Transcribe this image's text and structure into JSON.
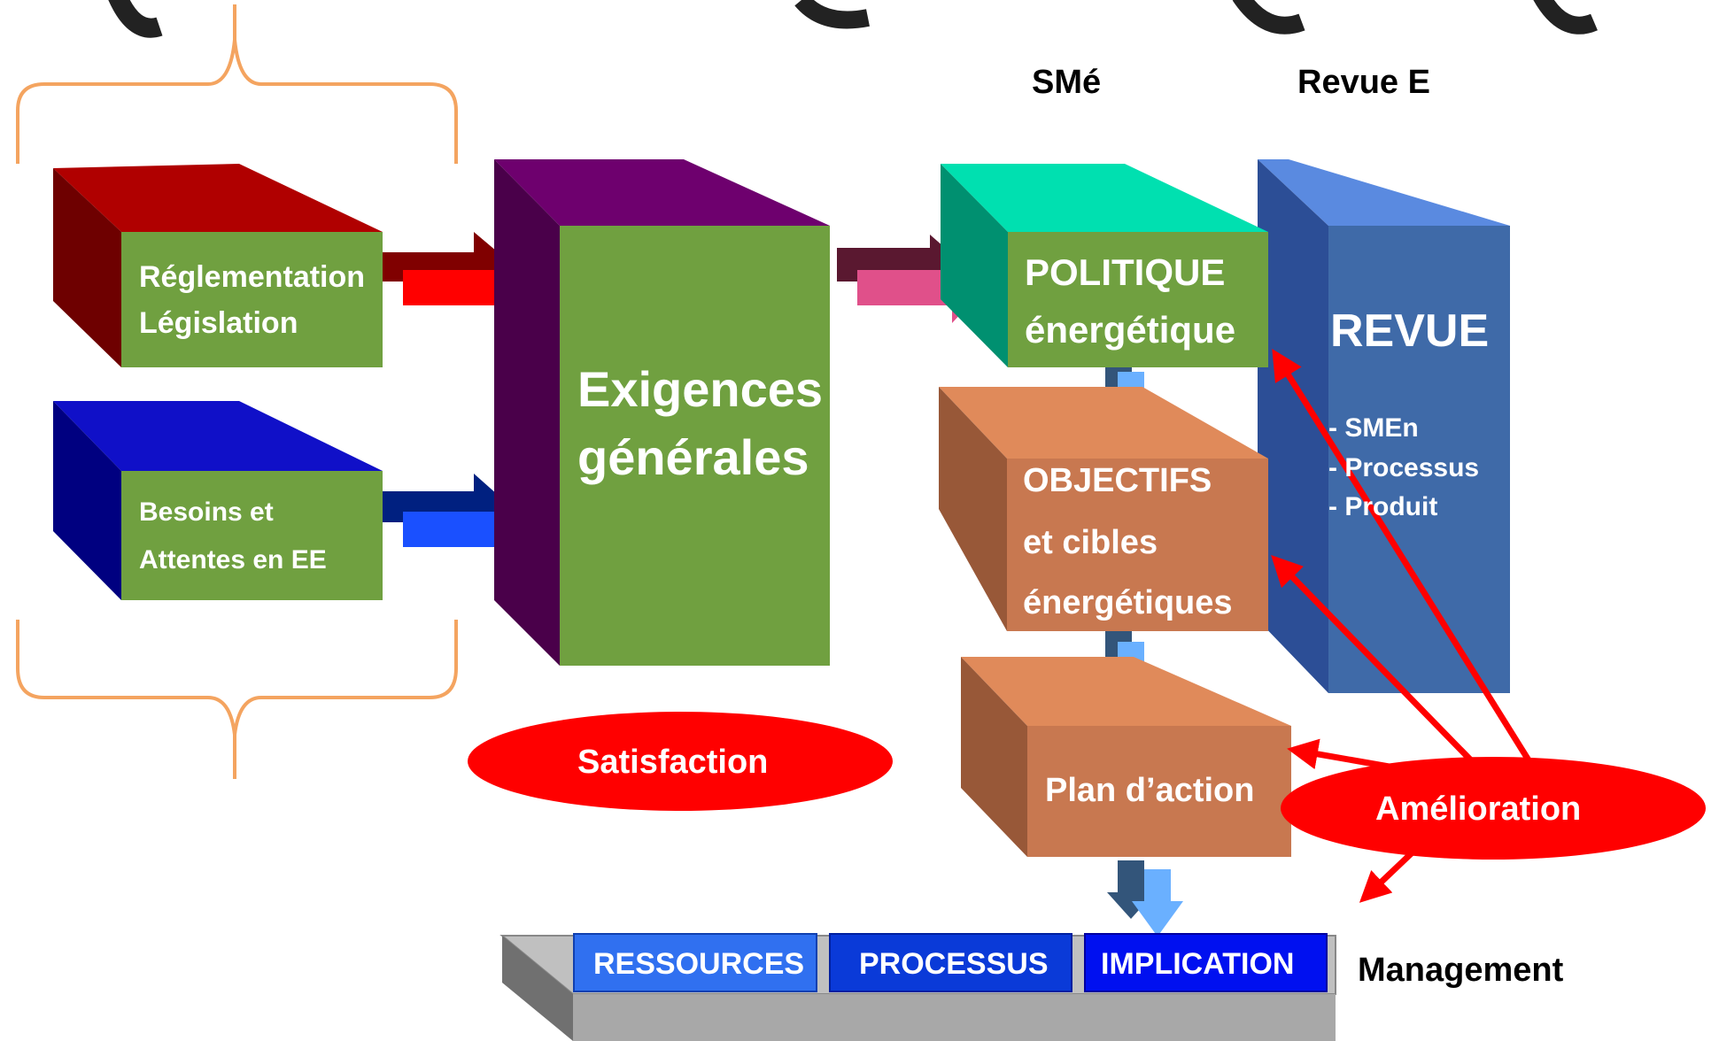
{
  "header_labels": {
    "sme": "SMé",
    "revue_e": "Revue E"
  },
  "inputs": {
    "reglementation": {
      "line1": "Réglementation",
      "line2": "Législation"
    },
    "besoins": {
      "line1": "Besoins et",
      "line2": "Attentes  en  EE"
    }
  },
  "exigences": {
    "line1": "Exigences",
    "line2": "générales"
  },
  "politique": {
    "line1": "POLITIQUE",
    "line2": "énergétique"
  },
  "objectifs": {
    "line1": "OBJECTIFS",
    "line2": "et  cibles",
    "line3": "énergétiques"
  },
  "plan": {
    "label": "Plan d’action"
  },
  "revue": {
    "title": "REVUE",
    "items": [
      "- SMEn",
      "- Processus",
      "- Produit"
    ]
  },
  "satisfaction": {
    "label": "Satisfaction"
  },
  "amelioration": {
    "label": "Amélioration"
  },
  "management": {
    "label": "Management",
    "boxes": [
      "RESSOURCES",
      "PROCESSUS",
      "IMPLICATION"
    ]
  },
  "colors": {
    "red_box": "#a80000",
    "blue_box": "#0000c0",
    "green_face": "#70a040",
    "purple": "#700070",
    "teal": "#00e0b0",
    "orange_face": "#c87850",
    "revue_blue": "#3f6aa8",
    "ellipse_red": "#ff0000",
    "brace_orange": "#f4a460"
  }
}
